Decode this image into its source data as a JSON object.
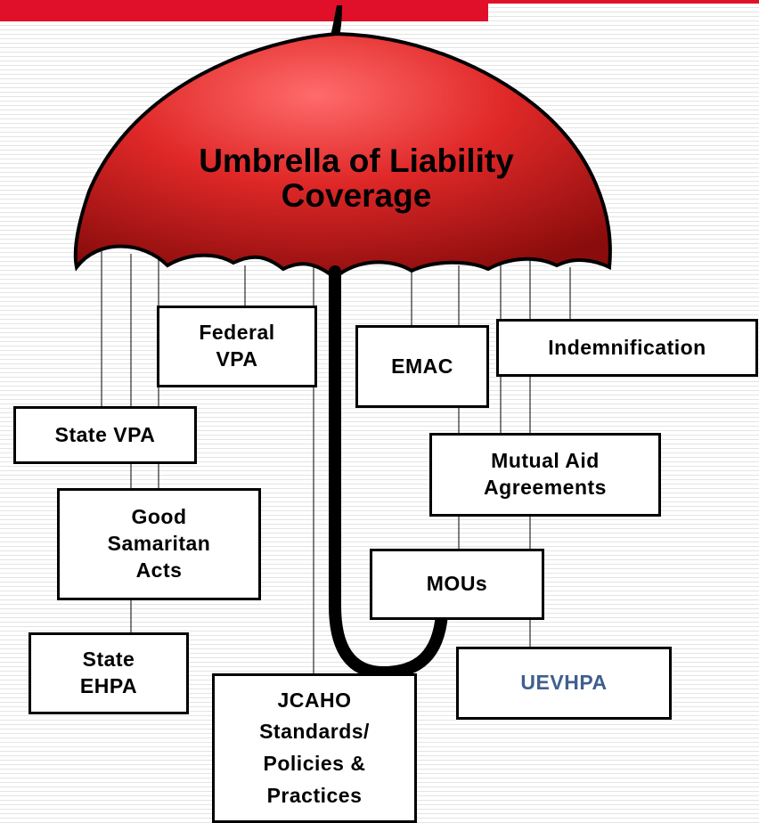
{
  "title": "Umbrella of Liability\nCoverage",
  "colors": {
    "canopy": "#d81e1e",
    "accent_bar": "#e0102a",
    "uevhpa_text": "#3f5f8f"
  },
  "boxes": {
    "federal_vpa": "Federal\nVPA",
    "emac": "EMAC",
    "indemnification": "Indemnification",
    "state_vpa": "State VPA",
    "mutual_aid": "Mutual Aid\nAgreements",
    "good_samaritan": "Good\nSamaritan\nActs",
    "mous": "MOUs",
    "state_ehpa": "State\nEHPA",
    "uevhpa": "UEVHPA",
    "jcaho": "JCAHO\nStandards/\nPolicies &\nPractices"
  }
}
